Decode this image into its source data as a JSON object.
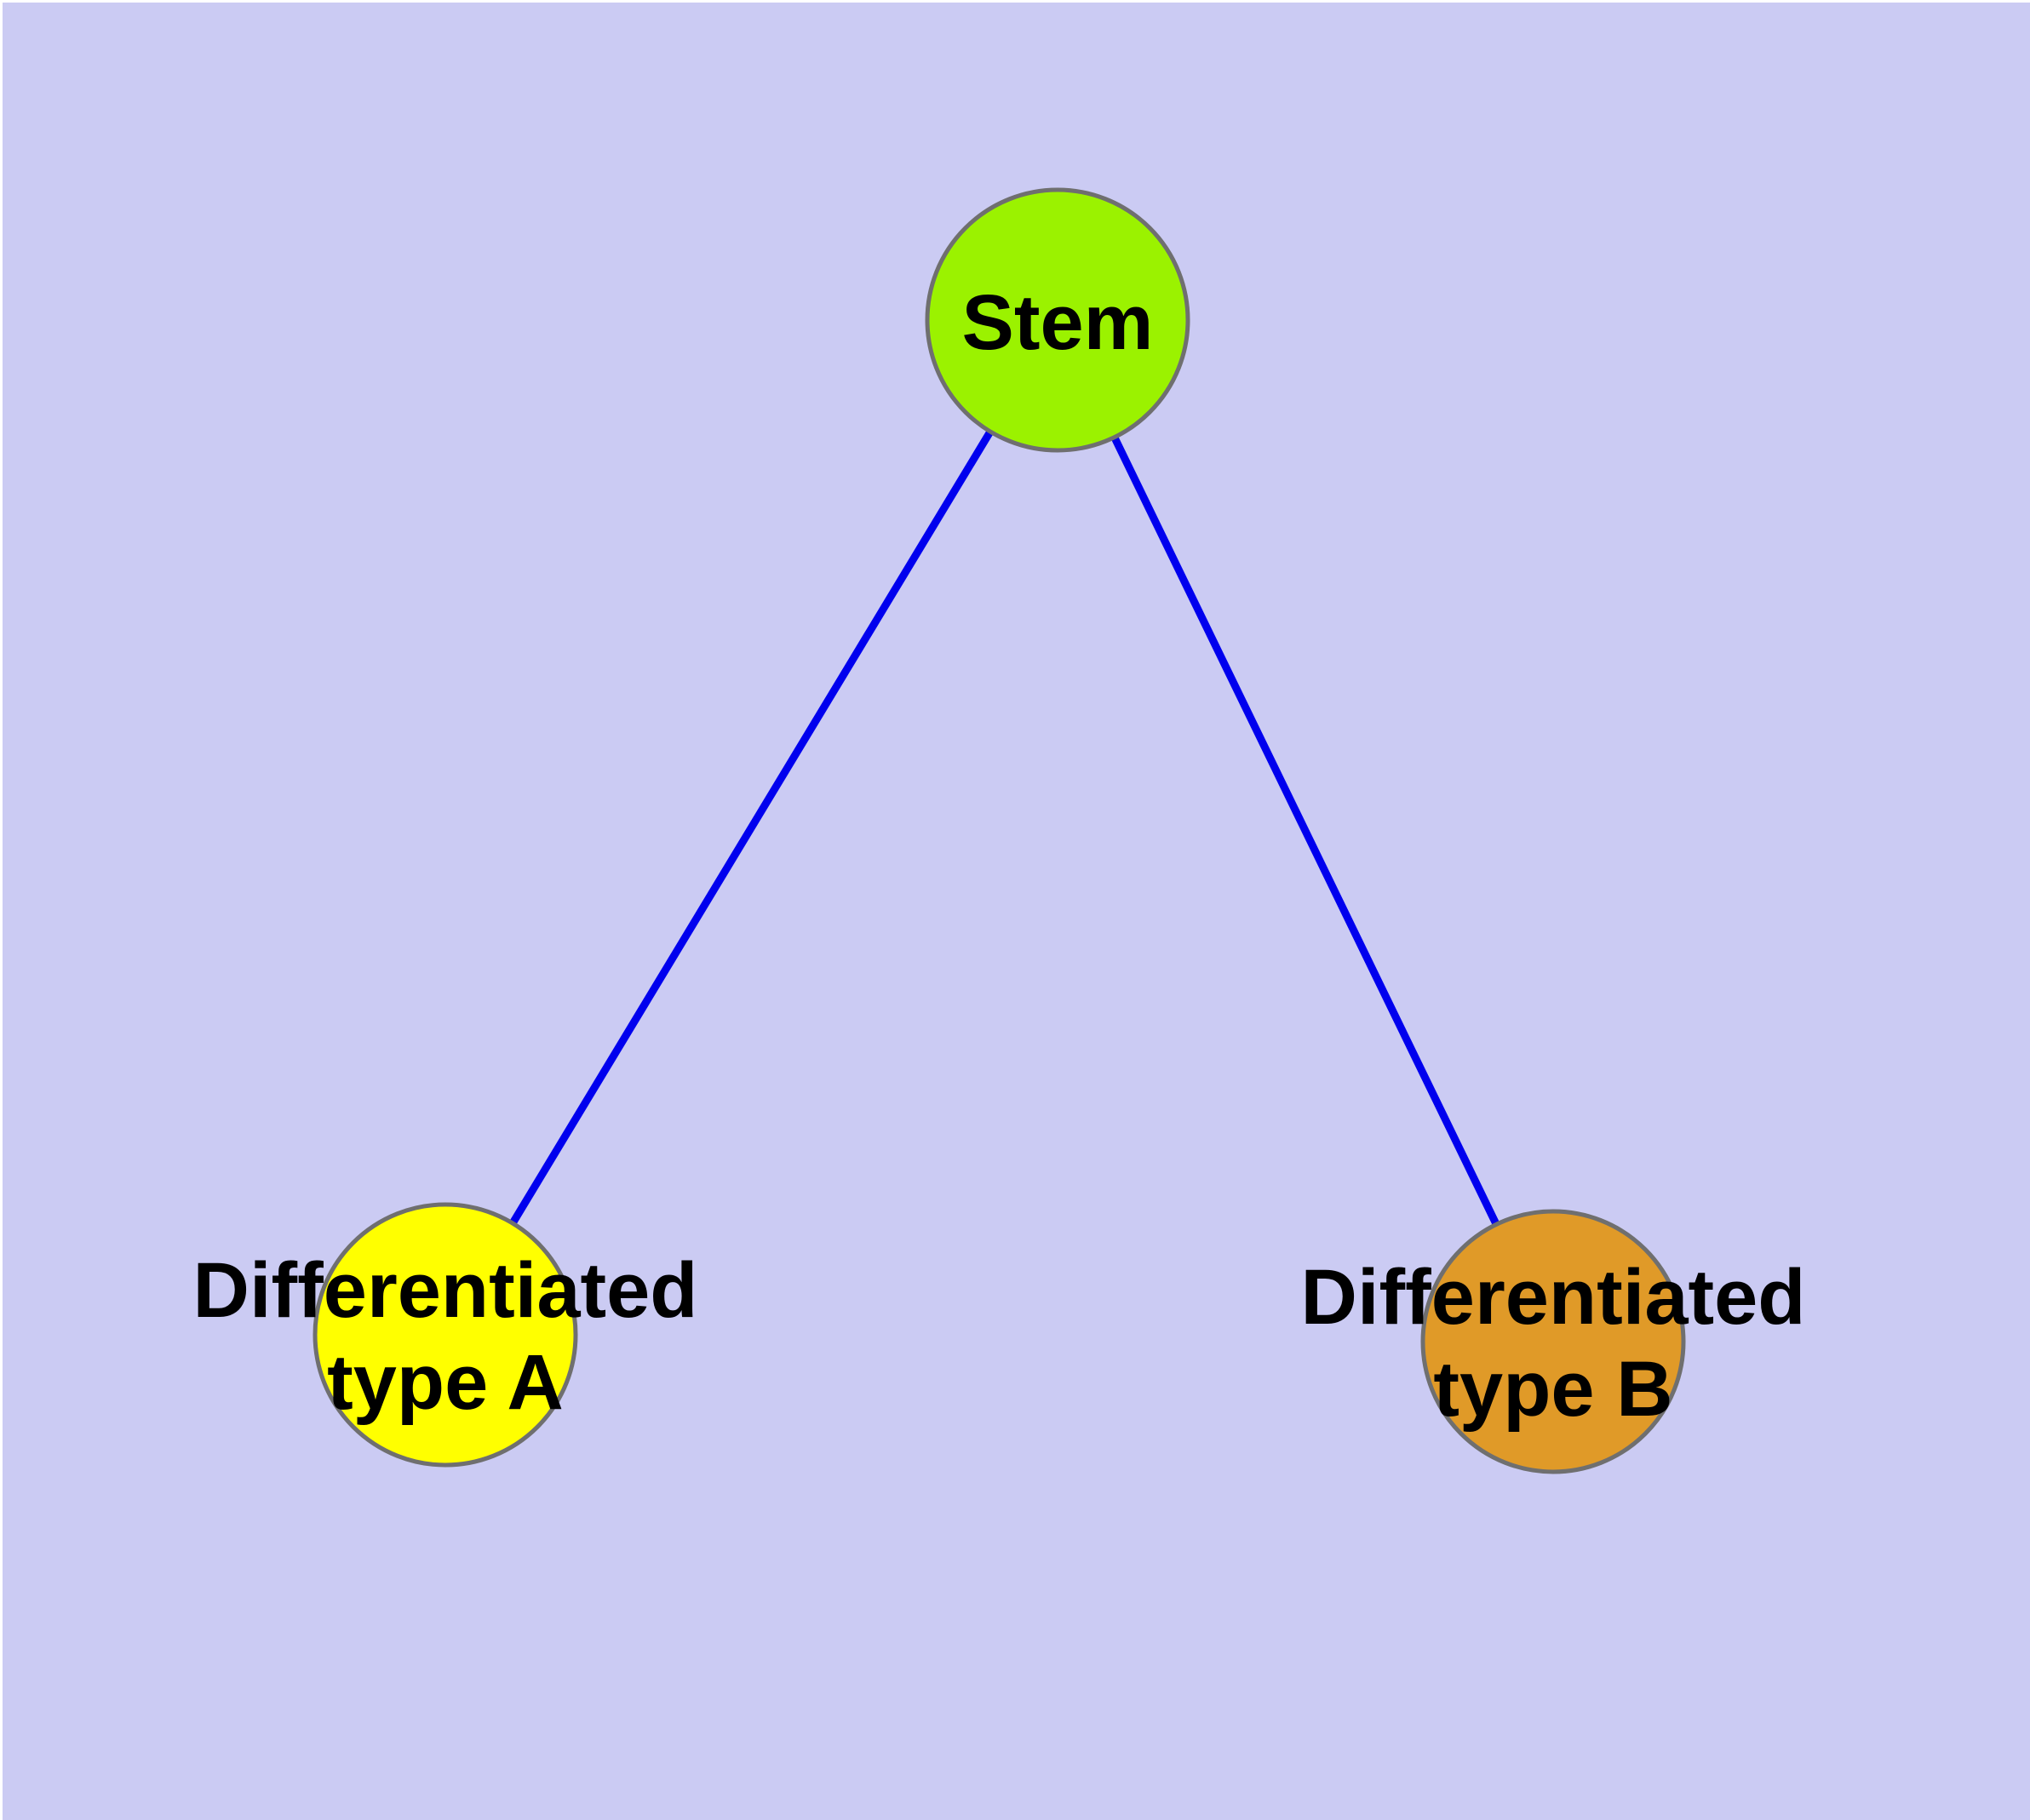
{
  "diagram": {
    "type": "node-link-graph",
    "background_color": "#CBCBF3",
    "page_margin_color": "#FFFFFF",
    "edge_color": "#0000EE",
    "node_border_color": "#6F6F6F",
    "label_color": "#000000",
    "nodes": {
      "stem": {
        "label": "Stem",
        "fill": "#9BF200"
      },
      "type_a": {
        "label": "Differentiated type A",
        "line1": "Differentiated",
        "line2": "type A",
        "fill": "#FFFF00"
      },
      "type_b": {
        "label": "Differentiated type B",
        "line1": "Differentiated",
        "line2": "type B",
        "fill": "#E09A28"
      }
    },
    "edges": [
      {
        "from": "Stem",
        "to": "Differentiated type A"
      },
      {
        "from": "Stem",
        "to": "Differentiated type B"
      }
    ]
  }
}
